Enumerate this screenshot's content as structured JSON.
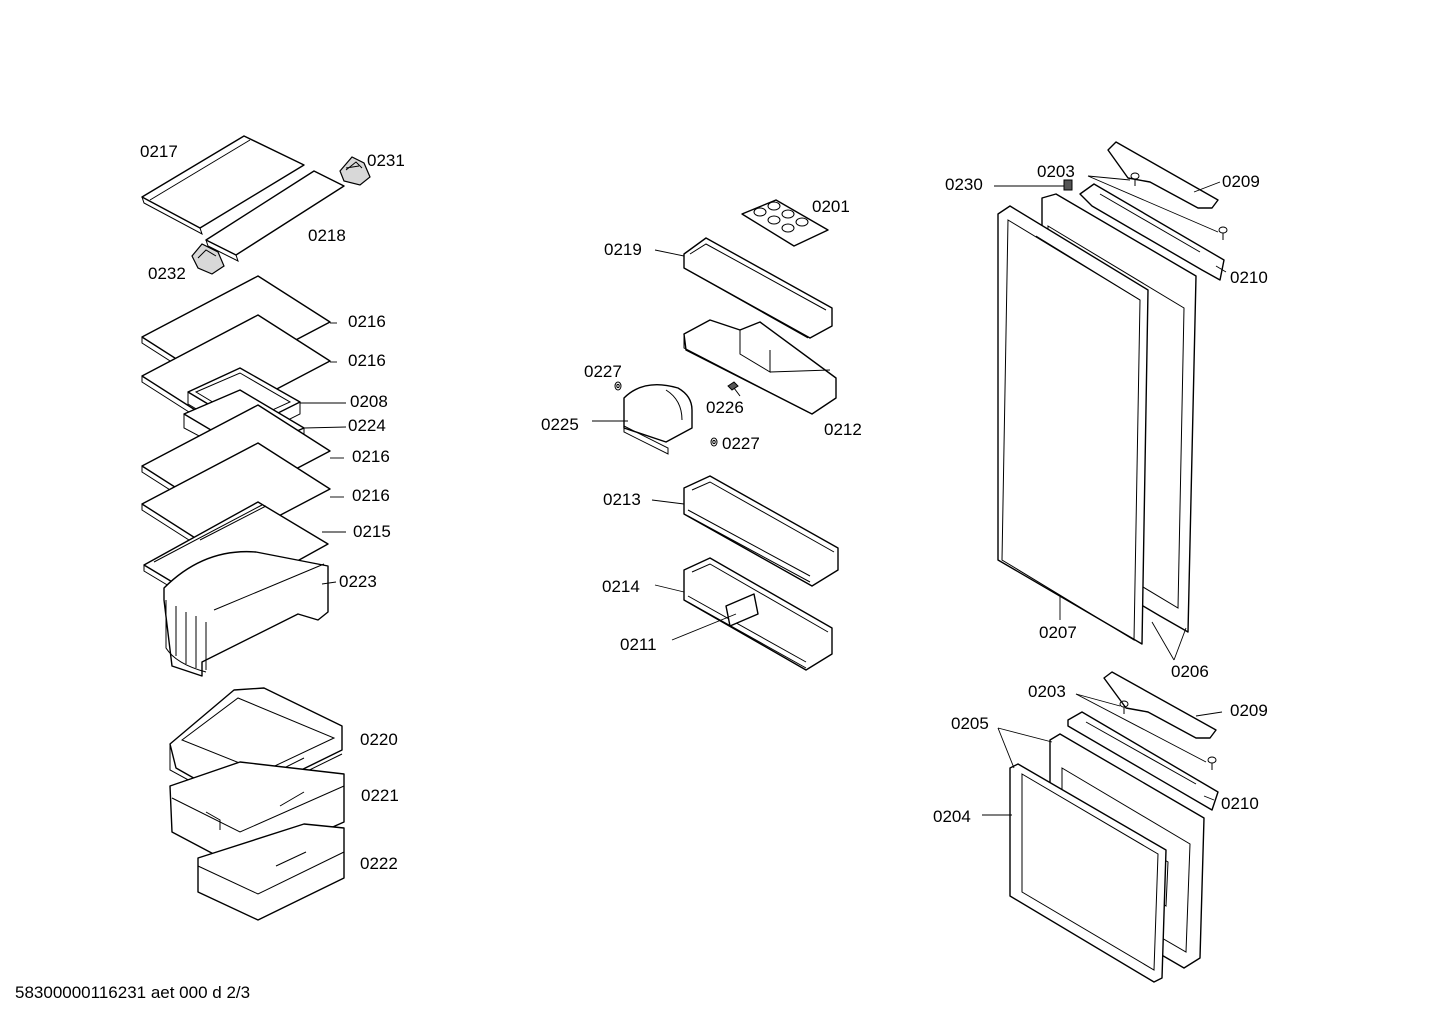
{
  "labels": {
    "l0217": "0217",
    "l0231": "0231",
    "l0218": "0218",
    "l0232": "0232",
    "l0216a": "0216",
    "l0216b": "0216",
    "l0208": "0208",
    "l0224": "0224",
    "l0216c": "0216",
    "l0216d": "0216",
    "l0215": "0215",
    "l0223": "0223",
    "l0220": "0220",
    "l0221": "0221",
    "l0222": "0222",
    "l0201": "0201",
    "l0219": "0219",
    "l0227a": "0227",
    "l0226": "0226",
    "l0212": "0212",
    "l0225": "0225",
    "l0227b": "0227",
    "l0213": "0213",
    "l0214": "0214",
    "l0211": "0211",
    "l0230": "0230",
    "l0203a": "0203",
    "l0209a": "0209",
    "l0210a": "0210",
    "l0207": "0207",
    "l0206": "0206",
    "l0203b": "0203",
    "l0209b": "0209",
    "l0205": "0205",
    "l0210b": "0210",
    "l0204": "0204"
  },
  "footer": {
    "code": "58300000116231 aet 000 d 2/3"
  }
}
